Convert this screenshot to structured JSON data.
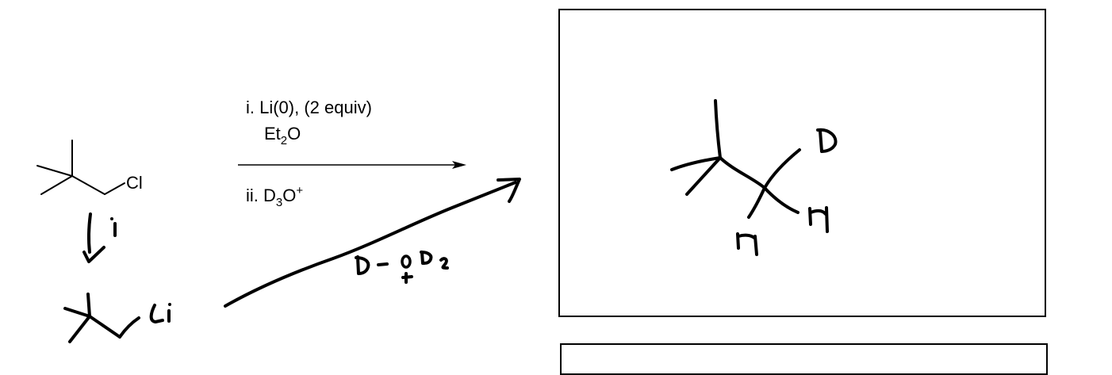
{
  "reaction": {
    "starting_material": {
      "name": "neopentyl chloride",
      "label": "Cl"
    },
    "conditions": {
      "step_i": "i. Li(0), (2 equiv)",
      "step_i_solvent_main": "Et",
      "step_i_solvent_sub": "2",
      "step_i_solvent_end": "O",
      "step_ii_prefix": "ii. D",
      "step_ii_sub": "3",
      "step_ii_main": "O",
      "step_ii_sup": "+"
    }
  },
  "annotations": {
    "step_arrow_label": "i",
    "intermediate_label": "Li",
    "reagent_note": "D–OD₂",
    "reagent_charge": "+"
  },
  "answer_box_1": {
    "product_labels": {
      "deuterium": "D",
      "hydrogen_left": "H",
      "hydrogen_right": "H"
    }
  },
  "answer_box_2": {}
}
